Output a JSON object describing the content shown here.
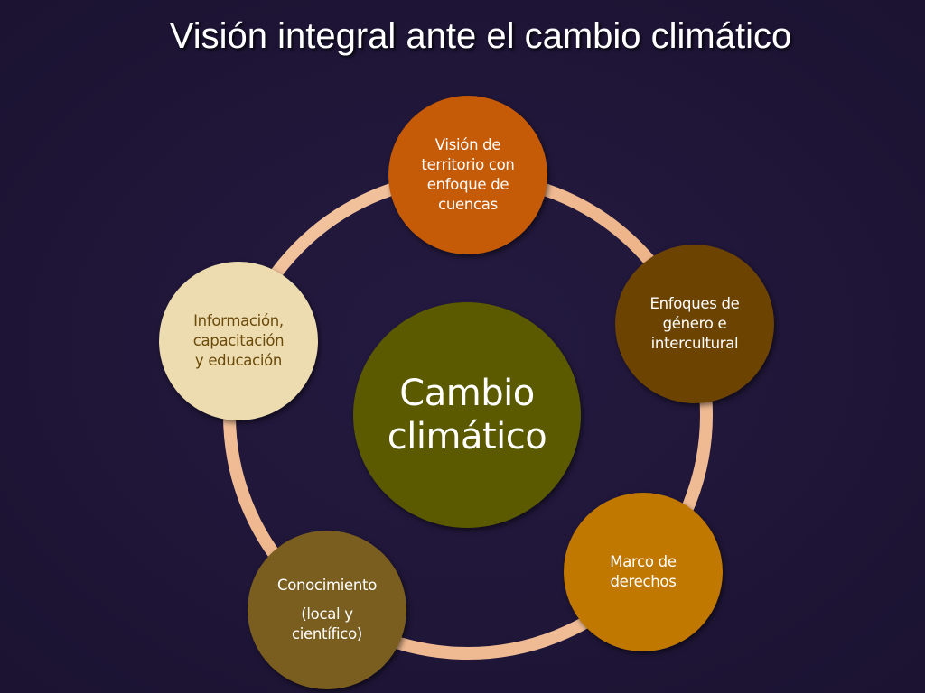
{
  "title": "Visión integral ante el cambio climático",
  "center": {
    "lines": [
      "Cambio",
      "climático"
    ],
    "color": "#5b5a00"
  },
  "nodes": {
    "top": {
      "lines": [
        "Visión de",
        "territorio con",
        "enfoque de",
        "cuencas"
      ],
      "color": "#c55a07"
    },
    "right": {
      "lines": [
        "Enfoques de",
        "género e",
        "intercultural"
      ],
      "color": "#6d4302"
    },
    "bottom_right": {
      "lines": [
        "Marco de",
        "derechos"
      ],
      "color": "#c07800"
    },
    "bottom_left": {
      "lines": [
        "Conocimiento",
        "(local y",
        "científico)"
      ],
      "color": "#7a5e1f"
    },
    "left": {
      "lines": [
        "Información,",
        "capacitación",
        "y educación"
      ],
      "color": "#eddcb0"
    }
  },
  "colors": {
    "background": "#201639",
    "ring": "#f0b98f"
  }
}
